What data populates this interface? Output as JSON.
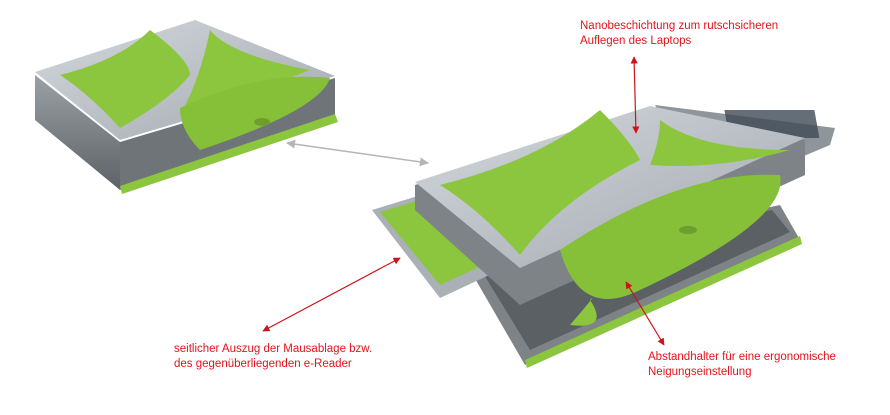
{
  "annotations": {
    "nano_coating": {
      "line1": "Nanobeschichtung zum rutschsicheren",
      "line2": "Auflegen des Laptops"
    },
    "side_drawer": {
      "line1": "seitlicher Auszug der Mausablage bzw.",
      "line2": "des gegenüberliegenden e-Reader"
    },
    "spacer": {
      "line1": "Abstandhalter für eine ergonomische",
      "line2": "Neigungseinstellung"
    }
  },
  "colors": {
    "label": "#e3141b",
    "green": "#8cc63f",
    "silver": "#b8bfc6",
    "frame": "#7d8387",
    "connector": "#b5b5b5"
  }
}
